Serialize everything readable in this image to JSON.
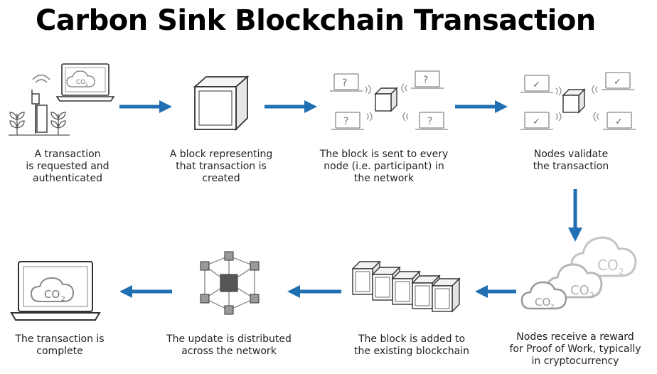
{
  "title": "Carbon Sink Blockchain Transaction",
  "colors": {
    "arrow": "#1f6fb2",
    "stroke": "#333333",
    "light": "#bdbdbd"
  },
  "steps": [
    {
      "id": 1,
      "icon": "sensor-laptop-co2-icon",
      "lines": [
        "A transaction",
        "is requested and",
        "authenticated"
      ]
    },
    {
      "id": 2,
      "icon": "block-cube-icon",
      "lines": [
        "A block representing",
        "that transaction is",
        "created"
      ]
    },
    {
      "id": 3,
      "icon": "network-broadcast-icon",
      "lines": [
        "The block is sent to every",
        "node (i.e. participant) in",
        "the network"
      ]
    },
    {
      "id": 4,
      "icon": "network-validate-icon",
      "lines": [
        "Nodes validate",
        "the transaction"
      ]
    },
    {
      "id": 5,
      "icon": "co2-clouds-icon",
      "lines": [
        "Nodes receive a reward",
        "for Proof of Work, typically",
        "in cryptocurrency"
      ]
    },
    {
      "id": 6,
      "icon": "blockchain-icon",
      "lines": [
        "The block is added to",
        "the existing blockchain"
      ]
    },
    {
      "id": 7,
      "icon": "distributed-network-icon",
      "lines": [
        "The update is distributed",
        "across the network"
      ]
    },
    {
      "id": 8,
      "icon": "laptop-co2-icon",
      "lines": [
        "The transaction is",
        "complete"
      ]
    }
  ],
  "co2_label": "CO",
  "co2_sub": "2",
  "question_mark": "?",
  "check_mark": "✓"
}
